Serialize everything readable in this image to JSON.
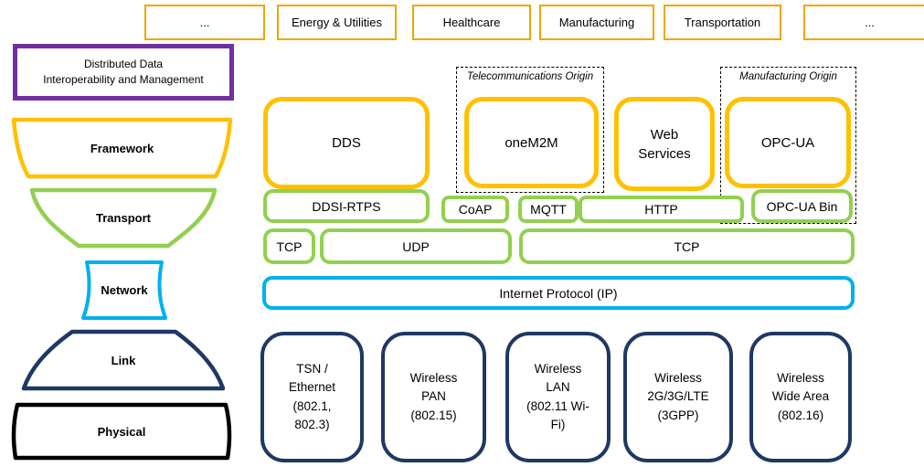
{
  "industries": {
    "items": [
      "...",
      "Energy & Utilities",
      "Healthcare",
      "Manufacturing",
      "Transportation",
      "..."
    ]
  },
  "function_stack": {
    "management_label": "Distributed Data\nInteroperability and Management",
    "framework_label": "Framework",
    "transport_label": "Transport",
    "network_label": "Network",
    "link_label": "Link",
    "physical_label": "Physical"
  },
  "origin_groups": {
    "telecom_label": "Telecommunications Origin",
    "manufacturing_label": "Manufacturing Origin"
  },
  "framework_layer": {
    "dds": "DDS",
    "onem2m": "oneM2M",
    "web_services": "Web\nServices",
    "opc_ua": "OPC-UA"
  },
  "session_layer": {
    "ddsi_rtps": "DDSI-RTPS",
    "coap": "CoAP",
    "mqtt": "MQTT",
    "http": "HTTP",
    "opc_ua_bin": "OPC-UA Bin"
  },
  "transport_layer": {
    "tcp_left": "TCP",
    "udp": "UDP",
    "tcp_right": "TCP"
  },
  "network_layer": {
    "ip": "Internet Protocol (IP)"
  },
  "link_layer": {
    "tsn_ethernet": "TSN /\nEthernet\n(802.1,\n802.3)",
    "wireless_pan": "Wireless\nPAN\n(802.15)",
    "wireless_lan": "Wireless\nLAN\n(802.11 Wi-\nFi)",
    "wireless_cellular": "Wireless\n2G/3G/LTE\n(3GPP)",
    "wireless_wide_area": "Wireless\nWide Area\n(802.16)"
  },
  "colors": {
    "gold": "#FFC000",
    "sector_border": "#F0A500",
    "green": "#92D050",
    "cyan": "#00B0F0",
    "navy": "#1F3864",
    "purple": "#7030A0",
    "black": "#000000"
  }
}
